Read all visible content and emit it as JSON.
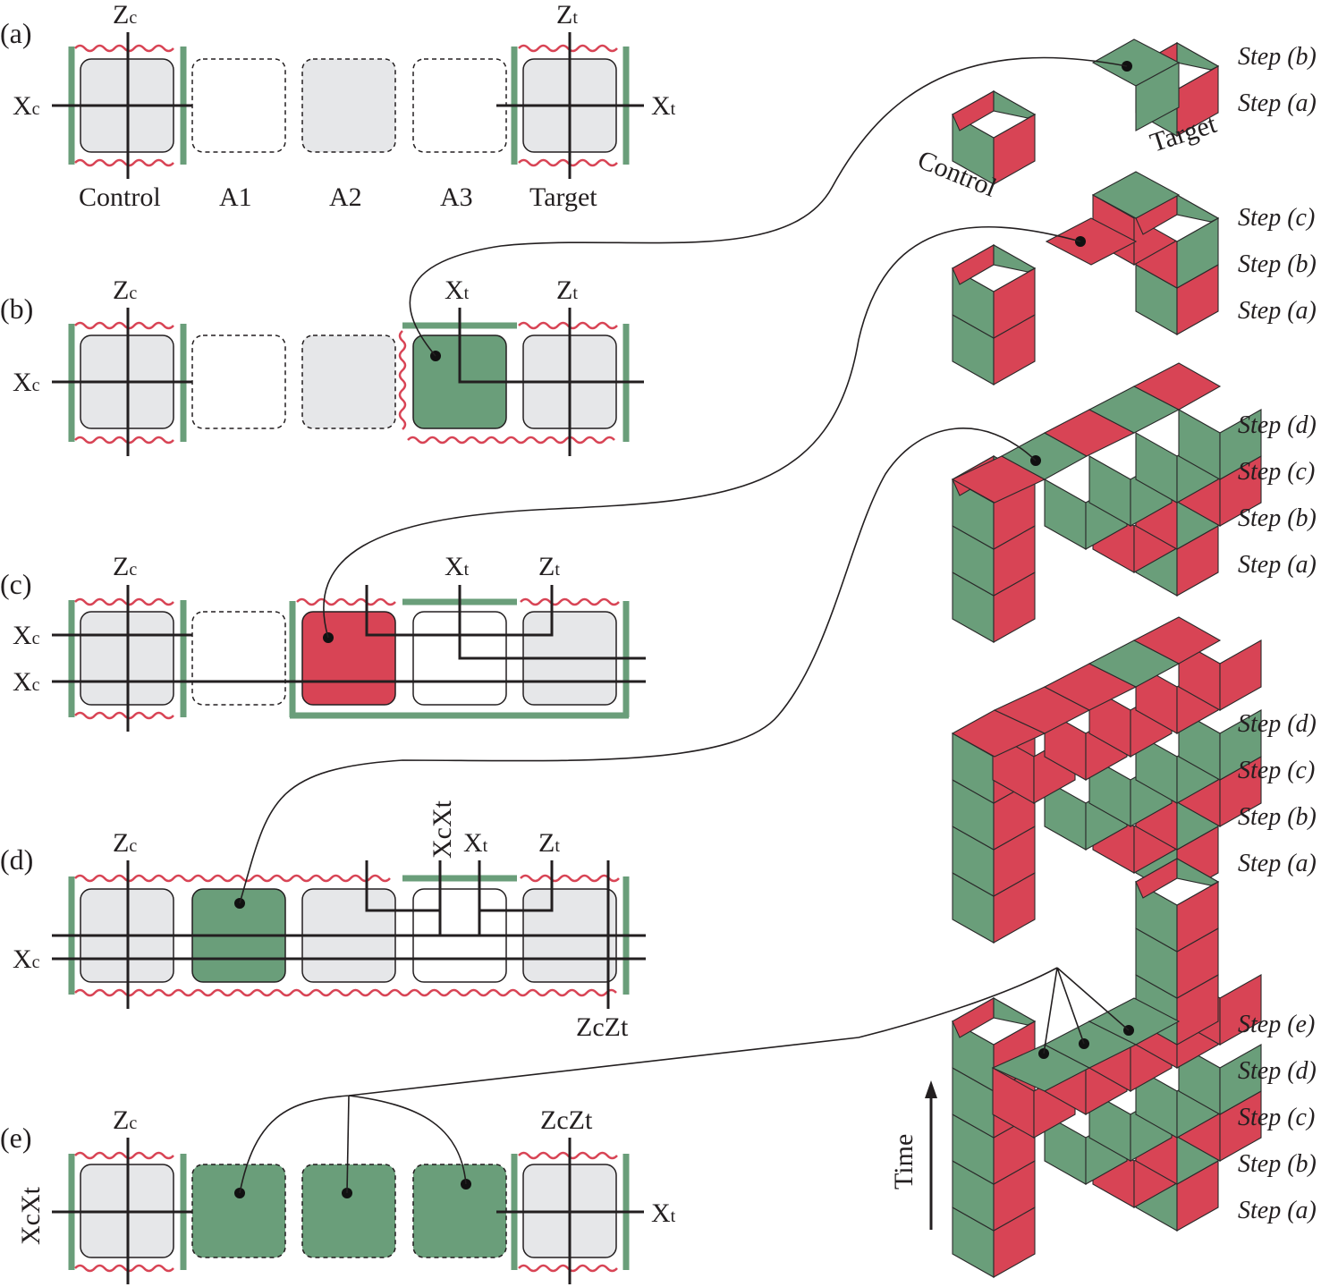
{
  "colors": {
    "green": "#6a9e7a",
    "red": "#d84455",
    "light": "#e6e7e9",
    "line": "#231f20"
  },
  "panels": {
    "a": {
      "label": "(a)",
      "zc_main": "Z",
      "zc_sub": "c",
      "zt_main": "Z",
      "zt_sub": "t",
      "xc_main": "X",
      "xc_sub": "c",
      "xt_main": "X",
      "xt_sub": "t",
      "patch_labels": [
        "Control",
        "A1",
        "A2",
        "A3",
        "Target"
      ]
    },
    "b": {
      "label": "(b)",
      "zc_main": "Z",
      "zc_sub": "c",
      "xt_main": "X",
      "xt_sub": "t",
      "zt_main": "Z",
      "zt_sub": "t",
      "xc_main": "X",
      "xc_sub": "c"
    },
    "c": {
      "label": "(c)",
      "zc_main": "Z",
      "zc_sub": "c",
      "xt_main": "X",
      "xt_sub": "t",
      "zt_main": "Z",
      "zt_sub": "t",
      "xc1_main": "X",
      "xc1_sub": "c",
      "xc2_main": "X",
      "xc2_sub": "c"
    },
    "d": {
      "label": "(d)",
      "zc_main": "Z",
      "zc_sub": "c",
      "xcxt": "XcXt",
      "xt_main": "X",
      "xt_sub": "t",
      "zt_main": "Z",
      "zt_sub": "t",
      "xc_main": "X",
      "xc_sub": "c",
      "zczt_main": "ZcZt"
    },
    "e": {
      "label": "(e)",
      "zc_main": "Z",
      "zc_sub": "c",
      "zczt": "ZcZt",
      "xcxt": "XcXt",
      "xt_main": "X",
      "xt_sub": "t"
    }
  },
  "right": {
    "control_label": "Control",
    "target_label": "Target",
    "time_label": "Time",
    "steps_a": [
      "Step (b)",
      "Step (a)"
    ],
    "steps_b": [
      "Step (c)",
      "Step (b)",
      "Step (a)"
    ],
    "steps_c": [
      "Step (d)",
      "Step (c)",
      "Step (b)",
      "Step (a)"
    ],
    "steps_d": [
      "Step (d)",
      "Step (c)",
      "Step (b)",
      "Step (a)"
    ],
    "steps_e": [
      "Step (e)",
      "Step (d)",
      "Step (c)",
      "Step (b)",
      "Step (a)"
    ]
  }
}
